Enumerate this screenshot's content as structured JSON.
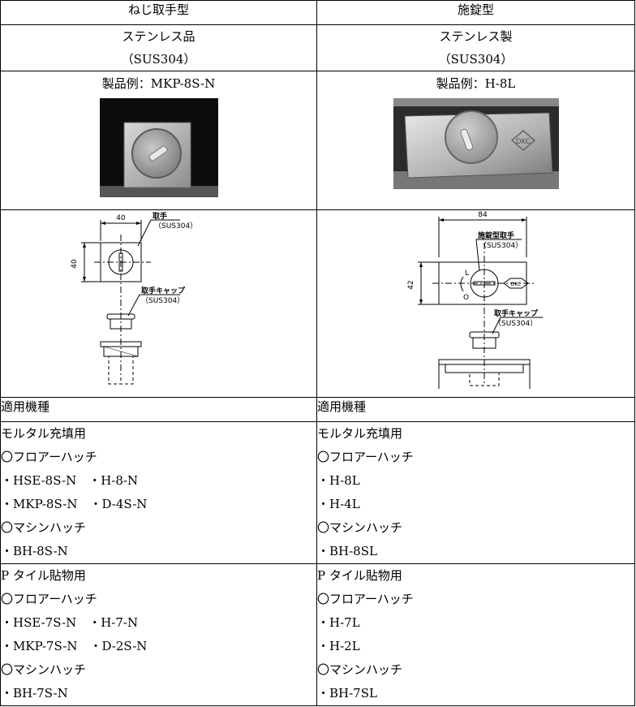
{
  "header": {
    "left": "ねじ取手型",
    "right": "施錠型"
  },
  "material": {
    "left": [
      "ステンレス品",
      "（SUS304）"
    ],
    "right": [
      "ステンレス製",
      "（SUS304）"
    ]
  },
  "example": {
    "left_caption": "製品例：MKP-8S-N",
    "right_caption": "製品例：H-8L",
    "left_photo_mark": "",
    "right_photo_mark": "DKC"
  },
  "drawing_left": {
    "dim_width": "40",
    "dim_height": "40",
    "label_handle": "取手",
    "label_handle_mat": "（SUS304）",
    "label_cap": "取手キャップ",
    "label_cap_mat": "（SUS304）"
  },
  "drawing_right": {
    "dim_width": "84",
    "dim_height": "42",
    "label_handle": "施錠型取手",
    "label_handle_mat": "（SUS304）",
    "mark_l": "L",
    "mark_o": "O",
    "logo": "DKC",
    "label_cap": "取手キャップ",
    "label_cap_mat": "（SUS304）"
  },
  "applicable": {
    "left_header": "適用機種",
    "right_header": "適用機種",
    "mortar_left": [
      "モルタル充填用",
      "〇フロアーハッチ",
      "・HSE-8S-N　・H-8-N",
      "・MKP-8S-N　・D-4S-N",
      "〇マシンハッチ",
      "・BH-8S-N"
    ],
    "mortar_right": [
      "モルタル充填用",
      "〇フロアーハッチ",
      "・H-8L",
      "・H-4L",
      "〇マシンハッチ",
      "・BH-8SL"
    ],
    "tile_left": [
      "P タイル貼物用",
      "〇フロアーハッチ",
      "・HSE-7S-N　・H-7-N",
      "・MKP-7S-N　・D-2S-N",
      "〇マシンハッチ",
      "・BH-7S-N"
    ],
    "tile_right": [
      "P タイル貼物用",
      "〇フロアーハッチ",
      "・H-7L",
      "・H-2L",
      "〇マシンハッチ",
      "・BH-7SL"
    ]
  }
}
